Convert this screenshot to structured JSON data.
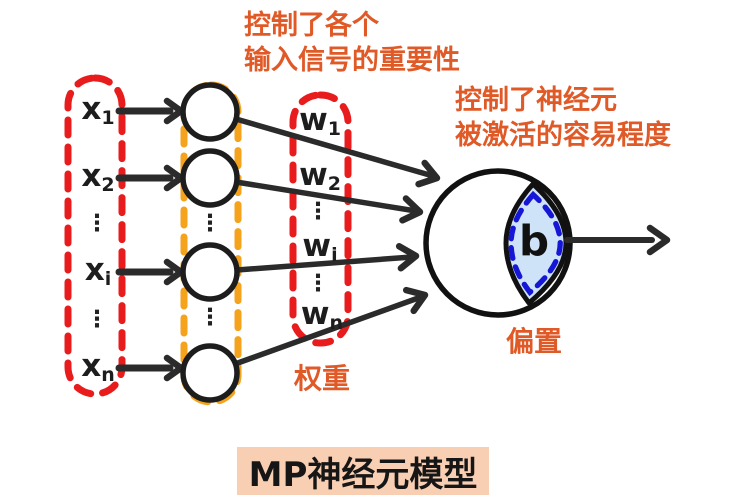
{
  "title": {
    "text": "MP神经元模型"
  },
  "notes": {
    "weights_importance": {
      "line1": "控制了各个",
      "line2": "输入信号的重要性"
    },
    "activation_ease": {
      "line1": "控制了神经元",
      "line2": "被激活的容易程度"
    }
  },
  "labels": {
    "weights": "权重",
    "bias": "偏置",
    "ellipsis": "⋮"
  },
  "inputs": {
    "items": [
      {
        "base": "x",
        "sub": "1"
      },
      {
        "base": "x",
        "sub": "2"
      },
      {
        "base": "x",
        "sub": "i"
      },
      {
        "base": "x",
        "sub": "n"
      }
    ]
  },
  "weights": {
    "items": [
      {
        "base": "w",
        "sub": "1"
      },
      {
        "base": "w",
        "sub": "2"
      },
      {
        "base": "w",
        "sub": "i"
      },
      {
        "base": "w",
        "sub": "n"
      }
    ]
  },
  "neuron": {
    "bias_symbol": "b"
  },
  "colors": {
    "red_dash": "#e81c1c",
    "orange_dash": "#f5a21c",
    "orange_text": "#e05a28",
    "line_black": "#2b2b2b",
    "bias_fill": "#cfe3f8",
    "bias_dash_blue": "#1616d6",
    "title_bg": "#f9cfb4"
  }
}
